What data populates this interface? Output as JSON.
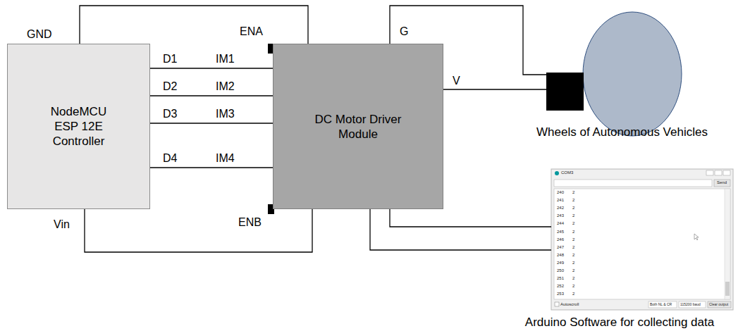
{
  "diagram": {
    "nodes": [
      {
        "text": [
          "NodeMCU ESP 12E Controller"
        ]
      },
      {
        "text": [
          "DC Motor Driver Module"
        ]
      },
      {
        "text": [
          "Wheels of Autonomous Vehicles"
        ]
      },
      {
        "text": [
          "Arduino Software for collecting data"
        ]
      }
    ],
    "edges": [
      {
        "from": 0,
        "to": 1,
        "arrow": "none"
      },
      {
        "from": 0,
        "to": 1,
        "arrow": "none"
      },
      {
        "from": 0,
        "to": 1,
        "arrow": "none"
      },
      {
        "from": 0,
        "to": 1,
        "arrow": "none"
      },
      {
        "from": 0,
        "to": 1,
        "arrow": "none"
      },
      {
        "from": 0,
        "to": 1,
        "arrow": "none"
      },
      {
        "from": 1,
        "to": 2,
        "arrow": "none"
      },
      {
        "from": 1,
        "to": 2,
        "arrow": "none"
      },
      {
        "from": 1,
        "to": 3,
        "arrow": "none"
      },
      {
        "from": 1,
        "to": 3,
        "arrow": "none"
      }
    ],
    "labels": [
      "GND",
      "ENA",
      "G",
      "D1",
      "IM1",
      "V",
      "D2",
      "IM2",
      "D3",
      "IM3",
      "D4",
      "IM4",
      "Vin",
      "ENB",
      "COM3",
      "Send",
      "240",
      "2",
      "241",
      "2",
      "242",
      "2",
      "243",
      "2",
      "244",
      "2",
      "245",
      "2",
      "246",
      "2",
      "247",
      "2",
      "248",
      "2",
      "249",
      "2",
      "250",
      "2",
      "251",
      "2",
      "252",
      "2",
      "253",
      "2",
      "Autoscroll",
      "Both NL & CR",
      "115200 baud",
      "Clear output"
    ]
  }
}
